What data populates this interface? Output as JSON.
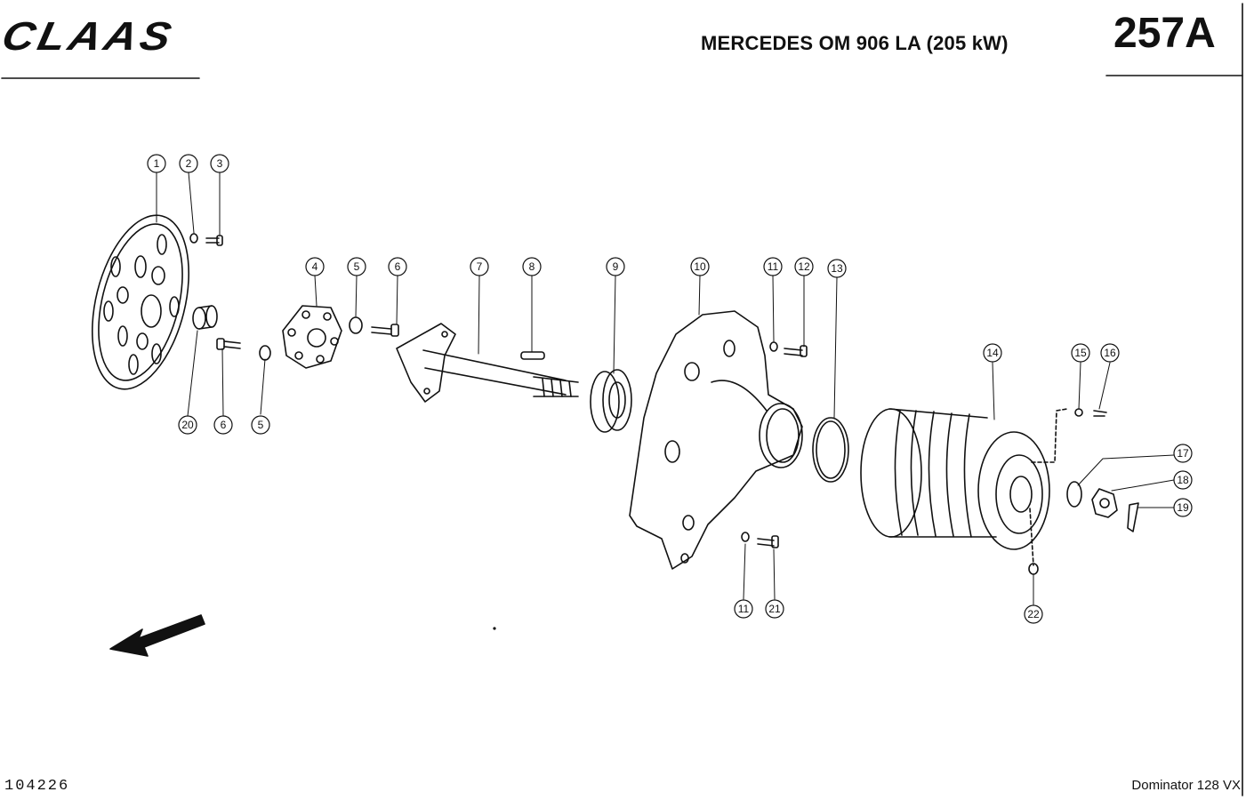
{
  "header": {
    "brand": "CLAAS",
    "title": "MERCEDES OM 906 LA (205 kW)",
    "page_code": "257A"
  },
  "footer": {
    "reference_number": "104226",
    "model": "Dominator 128 VX"
  },
  "callouts": [
    "1",
    "2",
    "3",
    "4",
    "5",
    "6",
    "7",
    "8",
    "9",
    "10",
    "11",
    "12",
    "13",
    "14",
    "15",
    "16",
    "17",
    "18",
    "19",
    "20",
    "6",
    "5",
    "11",
    "21",
    "22"
  ],
  "colors": {
    "ink": "#111111",
    "paper": "#ffffff"
  }
}
